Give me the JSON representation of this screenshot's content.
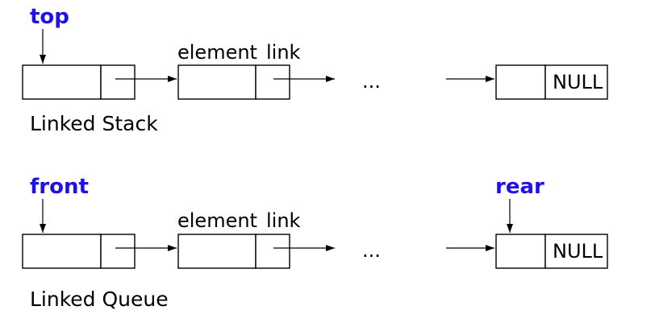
{
  "colors": {
    "pointer_label": "#1f12e6",
    "text": "#000000",
    "stroke": "#000000",
    "background": "#ffffff"
  },
  "stack": {
    "top_label": "top",
    "field_labels": {
      "element": "element",
      "link": "link"
    },
    "ellipsis": "...",
    "null_label": "NULL",
    "caption": "Linked Stack"
  },
  "queue": {
    "front_label": "front",
    "rear_label": "rear",
    "field_labels": {
      "element": "element",
      "link": "link"
    },
    "ellipsis": "...",
    "null_label": "NULL",
    "caption": "Linked Queue"
  }
}
